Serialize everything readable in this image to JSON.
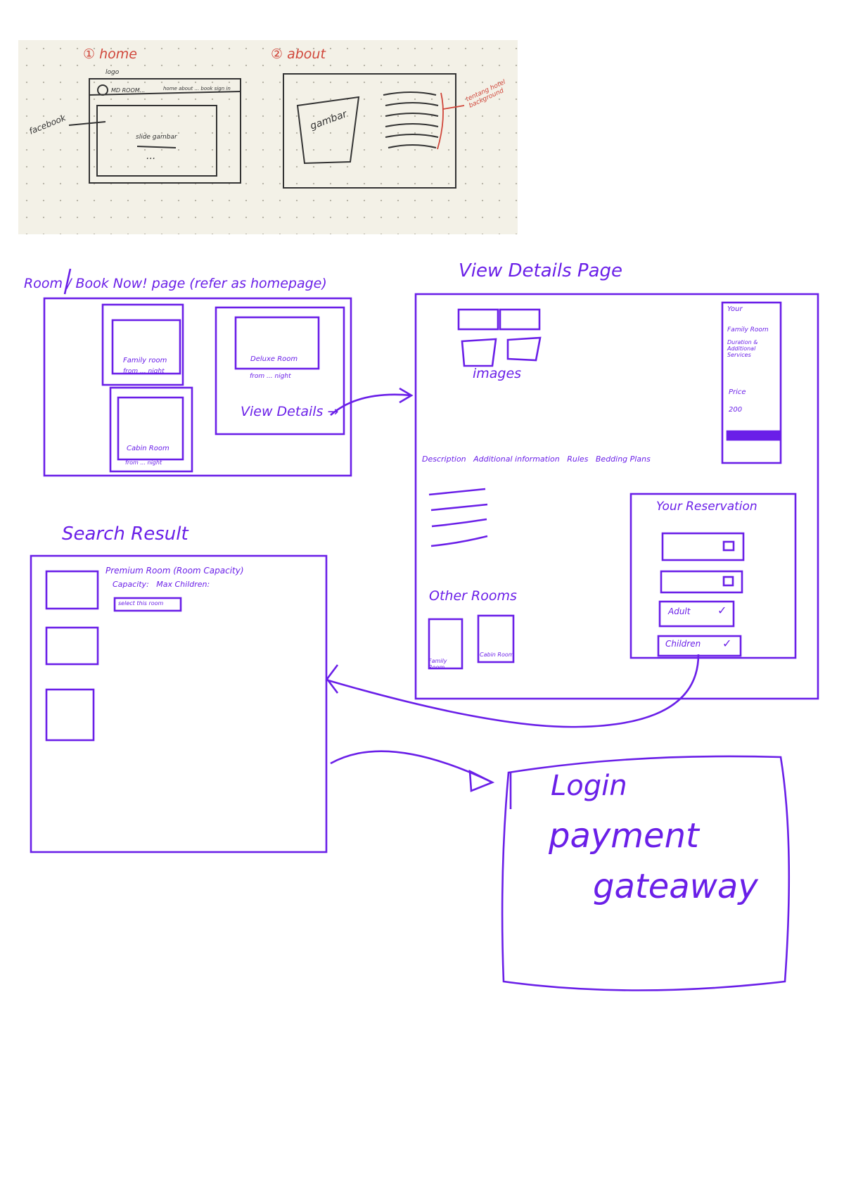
{
  "colors": {
    "ink": "#6a1fe8",
    "pencil": "#333333",
    "red_ink": "#d0463a",
    "paper": "#f3f1e7"
  },
  "sketch_top": {
    "home": {
      "title": "① home",
      "logo": "logo",
      "brand": "MD ROOM...",
      "nav": "home about ... book sign in",
      "side_note": "facebook",
      "carousel": "slide gambar",
      "dots": "..."
    },
    "about": {
      "title": "② about",
      "image": "gambar",
      "note": "tentang hotel background"
    }
  },
  "room_page": {
    "title": "Room / Book Now! page (refer as homepage)",
    "cards": [
      {
        "name": "Family room",
        "price": "from ... night"
      },
      {
        "name": "Deluxe Room",
        "price": "from ... night"
      },
      {
        "name": "Cabin Room",
        "price": "from ... night"
      }
    ],
    "view_details": "View Details →"
  },
  "details_page": {
    "title": "View Details Page",
    "images_label": "images",
    "sidebar": {
      "heading": "Your",
      "room": "Family Room",
      "duration": "Duration & Additional Services",
      "price_label": "Price",
      "price_value": "200"
    },
    "tabs": "Description   Additional information   Rules   Bedding Plans",
    "reservation": {
      "title": "Your Reservation",
      "adult": "Adult",
      "children": "Children",
      "check": "✓"
    },
    "other_rooms": {
      "title": "Other Rooms",
      "room1": "Family Room",
      "room2": "Cabin Room"
    }
  },
  "search_result": {
    "title": "Search Result",
    "line1": "Premium Room (Room Capacity)",
    "line2": "Capacity:   Max Children:",
    "button": "select this room"
  },
  "login_box": {
    "line1": "Login",
    "line2": "payment",
    "line3": "gateaway"
  }
}
